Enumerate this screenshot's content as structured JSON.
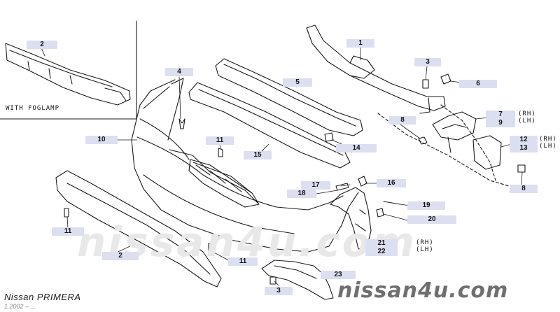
{
  "inset": {
    "label": "WITH FOGLAMP"
  },
  "footer": {
    "model": "Nissan PRIMERA",
    "date": "1.2002 – ..."
  },
  "watermark": {
    "background": "nissan4u.com",
    "foreground": "nissan4u.com"
  },
  "callouts": {
    "c1": "1",
    "c2_inset": "2",
    "c2_bottom": "2",
    "c3_top": "3",
    "c3_bottom": "3",
    "c4": "4",
    "c5": "5",
    "c6": "6",
    "c7_9": "7\n9",
    "c8_top": "8",
    "c8_bottom": "8",
    "c10": "10",
    "c11_top": "11",
    "c11_left": "11",
    "c11_bottom": "11",
    "c12_13": "12\n13",
    "c14": "14",
    "c15": "15",
    "c16": "16",
    "c17": "17",
    "c18": "18",
    "c19": "19",
    "c20": "20",
    "c21_22": "21\n22",
    "c23": "23"
  },
  "sidenotes": {
    "n7_9": "(RH)\n(LH)",
    "n12_13": "(RH)\n(LH)",
    "n21_22": "(RH)\n(LH)"
  },
  "colors": {
    "callout_bg": "#dcdff0",
    "line": "#1a1a1a",
    "watermark": "#6f6f6f"
  }
}
